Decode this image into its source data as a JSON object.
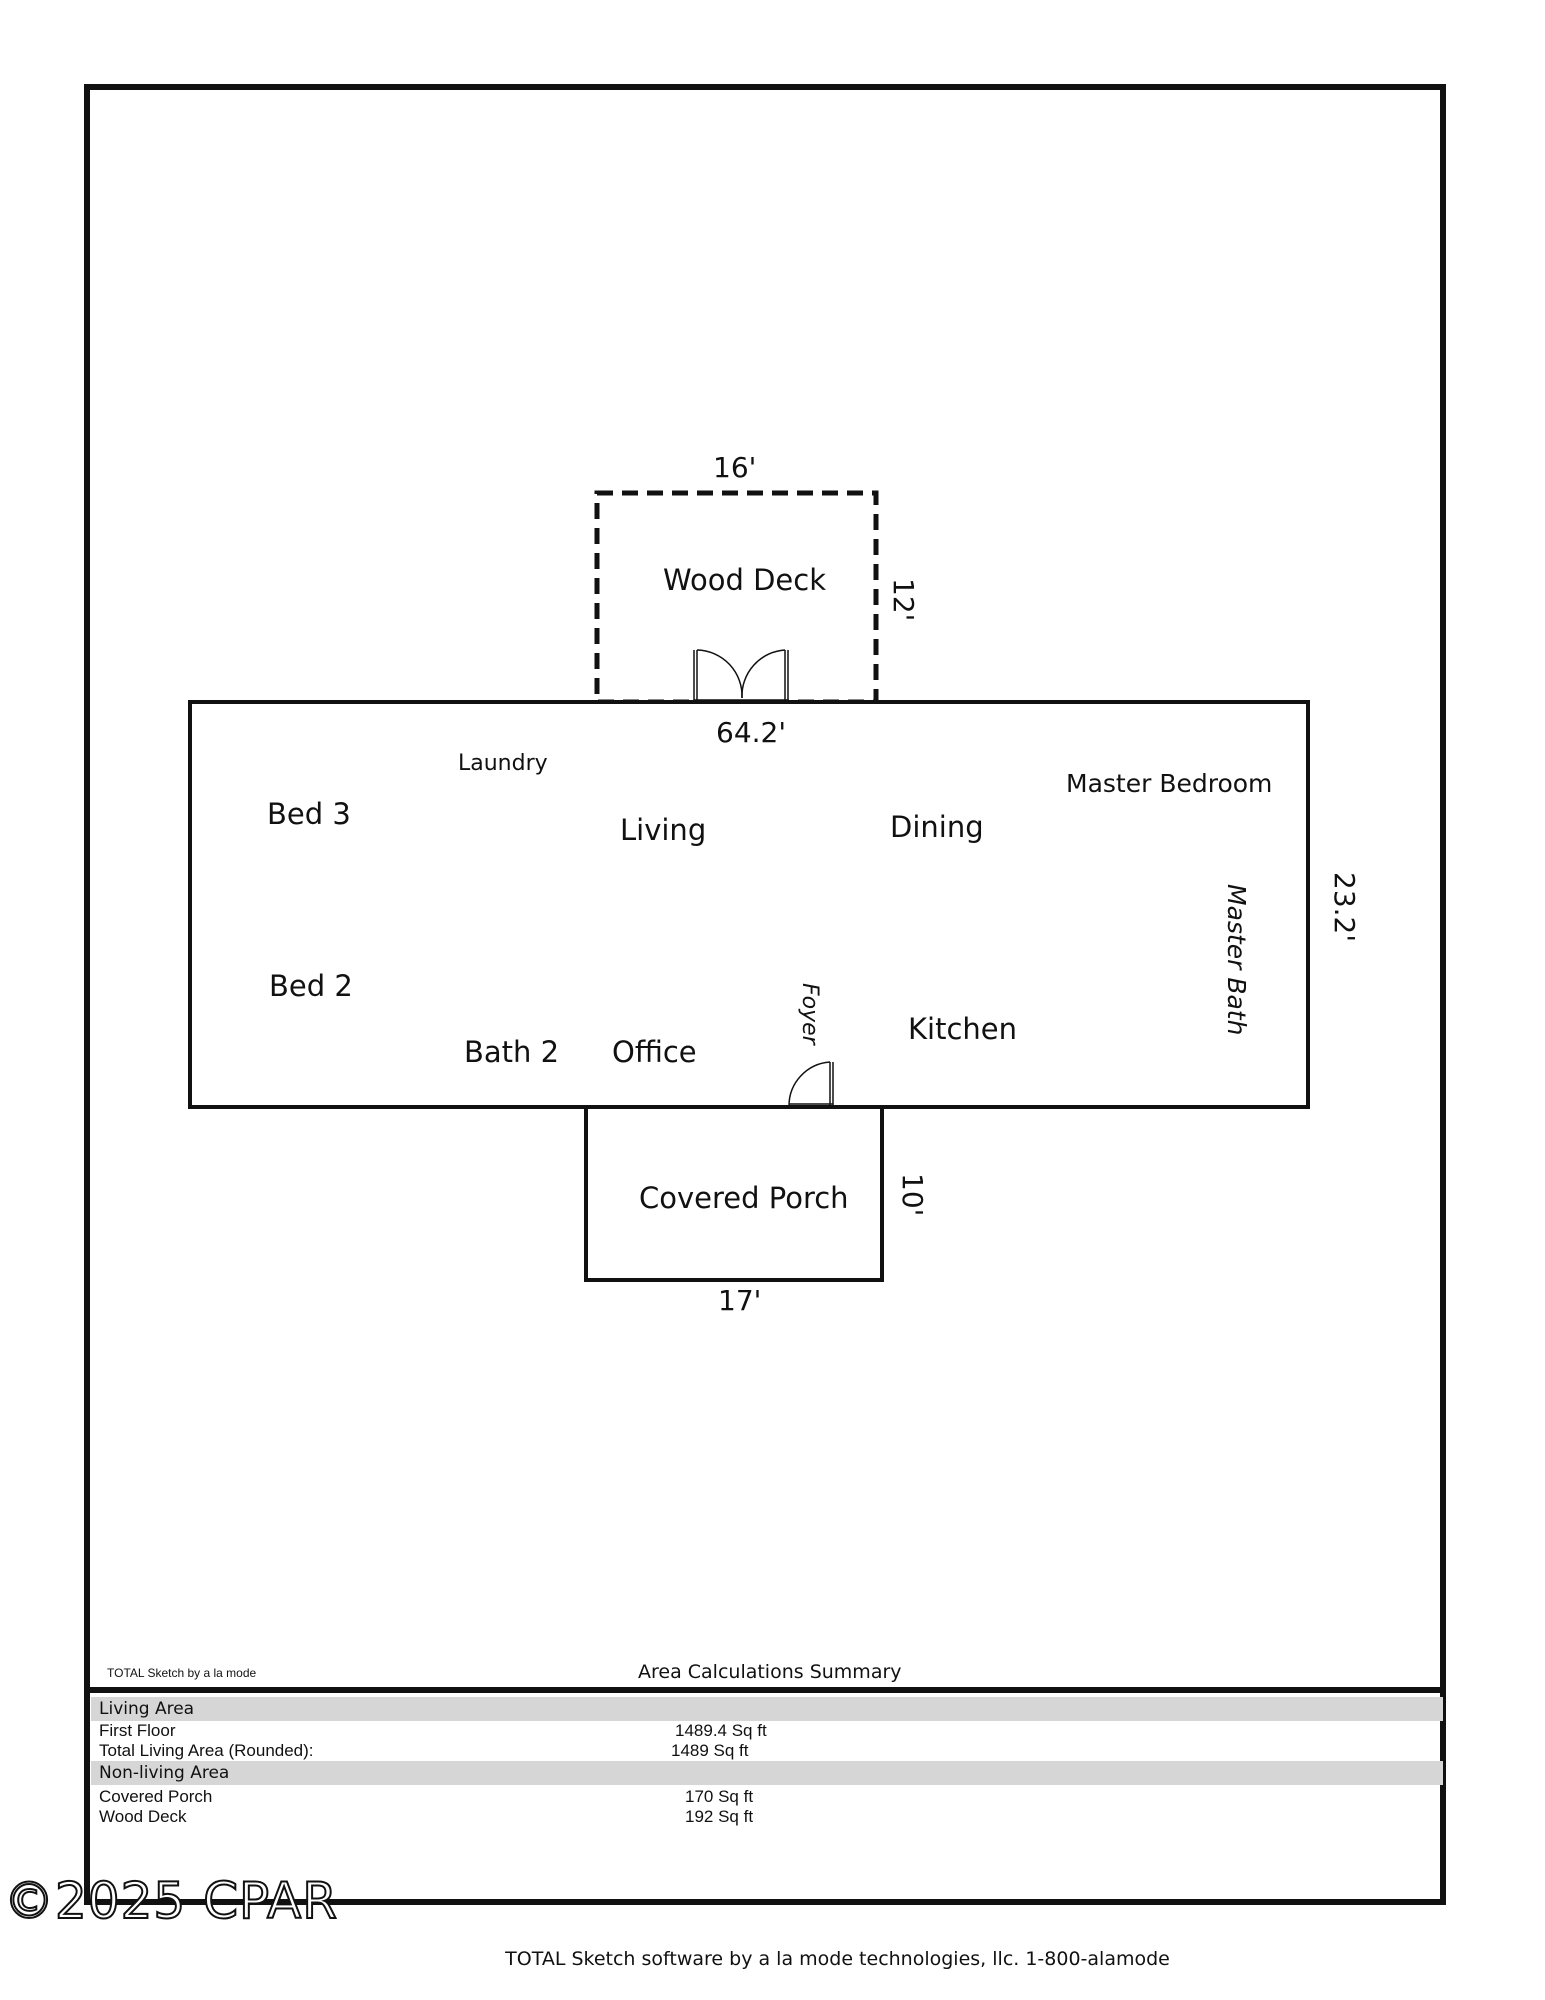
{
  "rooms": {
    "wood_deck": "Wood Deck",
    "laundry": "Laundry",
    "bed3": "Bed 3",
    "living": "Living",
    "dining": "Dining",
    "master_bedroom": "Master Bedroom",
    "master_bath": "Master Bath",
    "bed2": "Bed 2",
    "foyer": "Foyer",
    "kitchen": "Kitchen",
    "bath2": "Bath 2",
    "office": "Office",
    "covered_porch": "Covered Porch"
  },
  "dimensions": {
    "deck_width": "16'",
    "deck_depth": "12'",
    "house_width": "64.2'",
    "house_depth": "23.2'",
    "porch_depth": "10'",
    "porch_width": "17'"
  },
  "sketch_credit_small": "TOTAL Sketch by a la mode",
  "summary": {
    "title": "Area Calculations Summary",
    "living_header": "Living Area",
    "first_floor_label": "First Floor",
    "first_floor_value": "1489.4 Sq ft",
    "total_label": "Total Living Area (Rounded):",
    "total_value": "1489 Sq ft",
    "nonliving_header": "Non-living Area",
    "porch_label": "Covered Porch",
    "porch_value": "170 Sq ft",
    "deck_label": "Wood Deck",
    "deck_value": "192 Sq ft"
  },
  "footer": "TOTAL Sketch software by a la mode technologies, llc. 1-800-alamode",
  "watermark": "©2025 CPAR"
}
